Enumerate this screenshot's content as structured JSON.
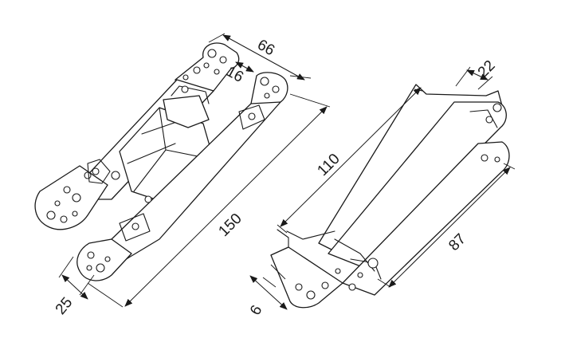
{
  "dimensions": {
    "width_top": "66",
    "leaf_offset": "16",
    "overall_length": "150",
    "leaf_width": "25",
    "depth": "22",
    "body_length": "110",
    "body_inner_length": "87",
    "thickness": "6"
  },
  "colors": {
    "line": "#1a1a1a",
    "background": "#ffffff"
  },
  "icons": {
    "left_view": "hinge-open-view",
    "right_view": "hinge-closed-side-view"
  }
}
